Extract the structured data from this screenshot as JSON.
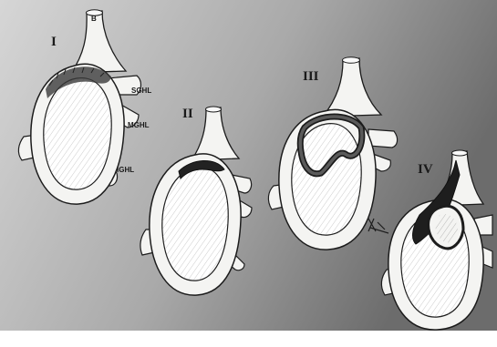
{
  "stages": [
    {
      "numeral": "I",
      "label_top": "B",
      "ligaments": [
        "SGHL",
        "MGHL",
        "IGHL"
      ]
    },
    {
      "numeral": "II"
    },
    {
      "numeral": "III"
    },
    {
      "numeral": "IV"
    }
  ],
  "colors": {
    "background_light": "#d2d2d2",
    "background_dark": "#6f6f6f",
    "outline": "#1c1c1c",
    "tissue": "#f4f4f2",
    "lesion": "#3a3a3a"
  }
}
